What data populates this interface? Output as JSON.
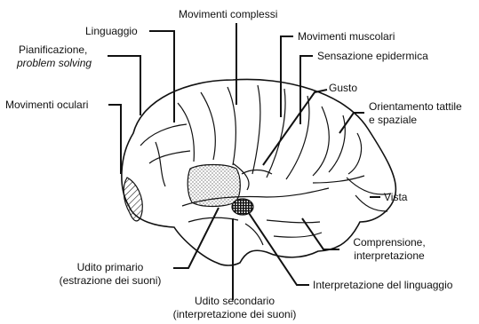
{
  "labels": {
    "movimenti_complessi": "Movimenti complessi",
    "linguaggio": "Linguaggio",
    "movimenti_muscolari": "Movimenti muscolari",
    "pianificazione_line1": "Pianificazione,",
    "pianificazione_line2": "problem solving",
    "sensazione_epidermica": "Sensazione epidermica",
    "gusto": "Gusto",
    "movimenti_oculari": "Movimenti oculari",
    "orientamento_line1": "Orientamento tattile",
    "orientamento_line2": "e spaziale",
    "vista": "Vista",
    "comprensione_line1": "Comprensione,",
    "comprensione_line2": "interpretazione",
    "udito_primario_line1": "Udito primario",
    "udito_primario_line2": "(estrazione dei suoni)",
    "interpretazione_linguaggio": "Interpretazione del linguaggio",
    "udito_secondario_line1": "Udito secondario",
    "udito_secondario_line2": "(interpretazione dei suoni)"
  }
}
